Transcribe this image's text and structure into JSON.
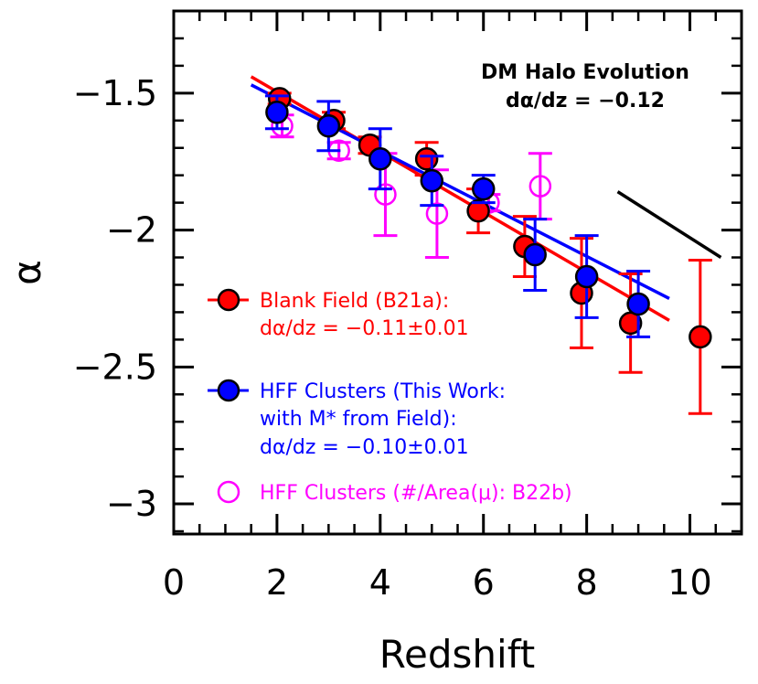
{
  "chart_data": {
    "type": "scatter",
    "xlabel": "Redshift",
    "ylabel": "α",
    "xlim": [
      0,
      11
    ],
    "ylim": [
      -3.11,
      -1.2
    ],
    "x_ticks": [
      "0",
      "2",
      "4",
      "6",
      "8",
      "10"
    ],
    "y_ticks": [
      "−1.5",
      "−2",
      "−2.5",
      "−3"
    ],
    "grid": false,
    "legend_position": "left",
    "series": [
      {
        "name": "Blank Field (B21a):",
        "name_line2": "dα/dz = −0.11±0.01",
        "color": "#ff0000",
        "marker": "filled-circle",
        "points": [
          {
            "x": 2.05,
            "y": -1.52,
            "err": 0.02
          },
          {
            "x": 3.1,
            "y": -1.6,
            "err": 0.03
          },
          {
            "x": 3.8,
            "y": -1.69,
            "err": 0.03
          },
          {
            "x": 4.9,
            "y": -1.74,
            "err": 0.06
          },
          {
            "x": 5.9,
            "y": -1.93,
            "err": 0.08
          },
          {
            "x": 6.8,
            "y": -2.06,
            "err": 0.11
          },
          {
            "x": 7.9,
            "y": -2.23,
            "err": 0.2
          },
          {
            "x": 8.85,
            "y": -2.34,
            "err": 0.18
          },
          {
            "x": 10.2,
            "y": -2.39,
            "err": 0.28
          }
        ]
      },
      {
        "name": "HFF Clusters (This Work:",
        "name_line2": "with M* from Field):",
        "name_line3": "dα/dz = −0.10±0.01",
        "color": "#0000ff",
        "marker": "filled-circle",
        "points": [
          {
            "x": 2.0,
            "y": -1.57,
            "err": 0.06
          },
          {
            "x": 3.0,
            "y": -1.62,
            "err": 0.09
          },
          {
            "x": 4.0,
            "y": -1.74,
            "err": 0.11
          },
          {
            "x": 5.0,
            "y": -1.82,
            "err": 0.09
          },
          {
            "x": 6.0,
            "y": -1.85,
            "err": 0.05
          },
          {
            "x": 7.0,
            "y": -2.09,
            "err": 0.13
          },
          {
            "x": 8.0,
            "y": -2.17,
            "err": 0.15
          },
          {
            "x": 9.0,
            "y": -2.27,
            "err": 0.12
          }
        ]
      },
      {
        "name": "HFF Clusters (#/Area(μ): B22b)",
        "color": "#ff00ff",
        "marker": "open-circle",
        "points": [
          {
            "x": 2.1,
            "y": -1.62,
            "err": 0.04
          },
          {
            "x": 3.2,
            "y": -1.71,
            "err": 0.03
          },
          {
            "x": 4.1,
            "y": -1.87,
            "err": 0.15
          },
          {
            "x": 5.1,
            "y": -1.94,
            "err": 0.16
          },
          {
            "x": 6.1,
            "y": -1.9,
            "err": 0.03
          },
          {
            "x": 7.1,
            "y": -1.84,
            "err": 0.12
          }
        ]
      }
    ],
    "fit_lines": [
      {
        "color": "#ff0000",
        "x": [
          1.5,
          9.6
        ],
        "y": [
          -1.44,
          -2.33
        ]
      },
      {
        "color": "#0000ff",
        "x": [
          1.5,
          9.6
        ],
        "y": [
          -1.47,
          -2.25
        ]
      },
      {
        "color": "#000000",
        "x": [
          8.6,
          10.6
        ],
        "y": [
          -1.86,
          -2.1
        ]
      }
    ],
    "annotation": {
      "line1": "DM Halo Evolution",
      "line2": "dα/dz = −0.12"
    }
  }
}
